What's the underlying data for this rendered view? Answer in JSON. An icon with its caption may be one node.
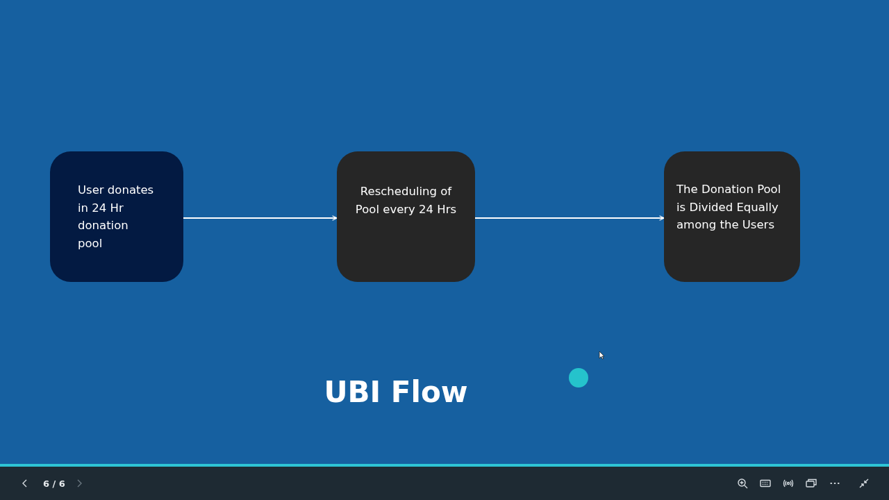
{
  "diagram": {
    "title": "UBI Flow",
    "nodes": [
      {
        "text": [
          "User donates in 24 Hr donation pool"
        ]
      },
      {
        "text": [
          "Rescheduling of Pool every 24 Hrs"
        ]
      },
      {
        "text": [
          "The Donation Pool is Divided Equally among the Users"
        ]
      }
    ],
    "edges": [
      {
        "from": 0,
        "to": 1,
        "arrow": "to"
      },
      {
        "from": 1,
        "to": 2,
        "arrow": "to"
      }
    ],
    "labels": [
      "6 / 6"
    ]
  }
}
